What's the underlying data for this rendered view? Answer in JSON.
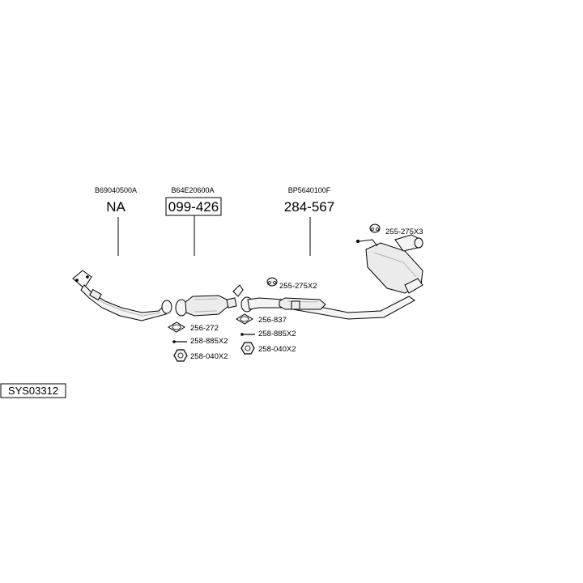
{
  "diagram": {
    "system_code": "SYS03312",
    "parts": [
      {
        "oem": "B69040500A",
        "number": "NA",
        "boxed": false
      },
      {
        "oem": "B64E20600A",
        "number": "099-426",
        "boxed": true
      },
      {
        "oem": "BP5640100F",
        "number": "284-567",
        "boxed": false
      }
    ],
    "accessories": [
      {
        "label": "256-272",
        "icon": "gasket-icon"
      },
      {
        "label": "258-885X2",
        "icon": "bolt-icon"
      },
      {
        "label": "258-040X2",
        "icon": "nut-icon"
      },
      {
        "label": "256-837",
        "icon": "gasket-icon"
      },
      {
        "label": "258-885X2",
        "icon": "bolt-icon"
      },
      {
        "label": "258-040X2",
        "icon": "nut-icon"
      },
      {
        "label": "255-275X2",
        "icon": "rubber-mount-icon"
      },
      {
        "label": "255-275X3",
        "icon": "rubber-mount-icon"
      }
    ]
  }
}
